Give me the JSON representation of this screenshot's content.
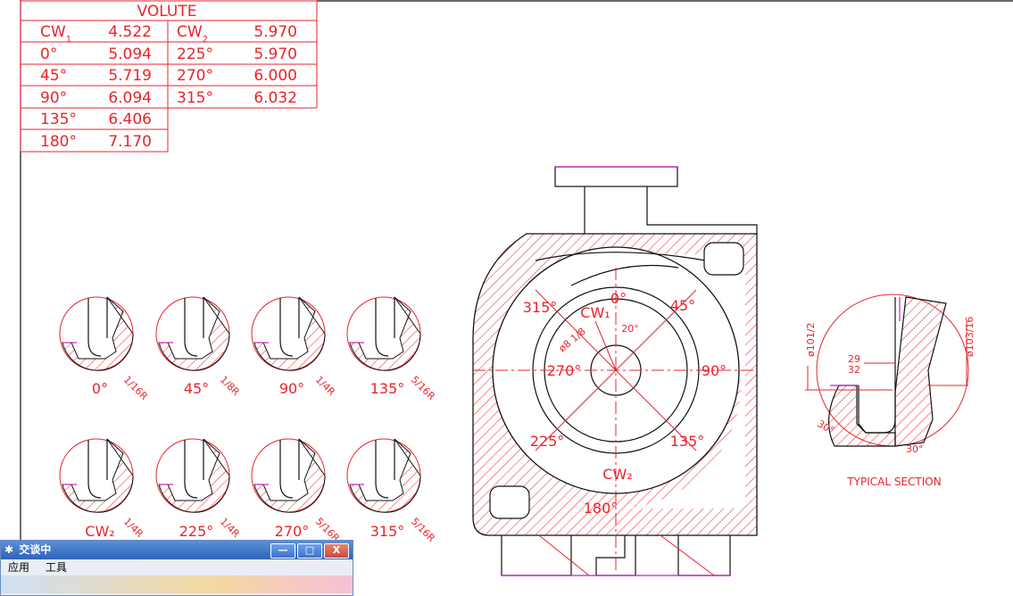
{
  "volute_table": {
    "title": "VOLUTE",
    "rows": [
      [
        "CW",
        "1",
        "4.522",
        "CW",
        "2",
        "5.970"
      ],
      [
        "0°",
        "",
        "5.094",
        "225°",
        "",
        "5.970"
      ],
      [
        "45°",
        "",
        "5.719",
        "270°",
        "",
        "6.000"
      ],
      [
        "90°",
        "",
        "6.094",
        "315°",
        "",
        "6.032"
      ],
      [
        "135°",
        "",
        "6.406",
        "",
        "",
        ""
      ],
      [
        "180°",
        "",
        "7.170",
        "",
        "",
        ""
      ]
    ]
  },
  "sections_top": [
    {
      "angle": "0°",
      "radius_num": "1",
      "radius_den": "16",
      "radius_unit": "R"
    },
    {
      "angle": "45°",
      "radius_num": "1",
      "radius_den": "8",
      "radius_unit": "R"
    },
    {
      "angle": "90°",
      "radius_num": "1",
      "radius_den": "4",
      "radius_unit": "R"
    },
    {
      "angle": "135°",
      "radius_num": "5",
      "radius_den": "16",
      "radius_unit": "R"
    }
  ],
  "sections_bottom": [
    {
      "angle": "CW₂",
      "radius_num": "1",
      "radius_den": "4",
      "radius_unit": "R"
    },
    {
      "angle": "225°",
      "radius_num": "1",
      "radius_den": "4",
      "radius_unit": "R"
    },
    {
      "angle": "270°",
      "radius_num": "5",
      "radius_den": "16",
      "radius_unit": "R"
    },
    {
      "angle": "315°",
      "radius_num": "5",
      "radius_den": "16",
      "radius_unit": "R"
    }
  ],
  "main_view": {
    "angle_0": "0°",
    "angle_45": "45°",
    "angle_90": "90°",
    "angle_135": "135°",
    "angle_180": "180°",
    "angle_225": "225°",
    "angle_270": "270°",
    "angle_315": "315°",
    "cw1": "CW₁",
    "cw2": "CW₂",
    "angle_20": "20°",
    "diameter": "ø8",
    "diameter_frac": "1/8"
  },
  "typical_section": {
    "title": "TYPICAL SECTION",
    "dia_left": "ø10",
    "dia_left_frac": "1/2",
    "dia_right": "ø10",
    "dia_right_frac": "3/16",
    "width_num": "29",
    "width_den": "32",
    "angle_left": "30°",
    "angle_right": "30°"
  },
  "chat_window": {
    "title": "交谈中",
    "menu": [
      "应用",
      "工具"
    ],
    "btn_min": "—",
    "btn_max": "□",
    "btn_close": "X"
  },
  "colors": {
    "drawing_red": "#e8242c",
    "outline": "#111111",
    "accent": "#c020c0"
  }
}
